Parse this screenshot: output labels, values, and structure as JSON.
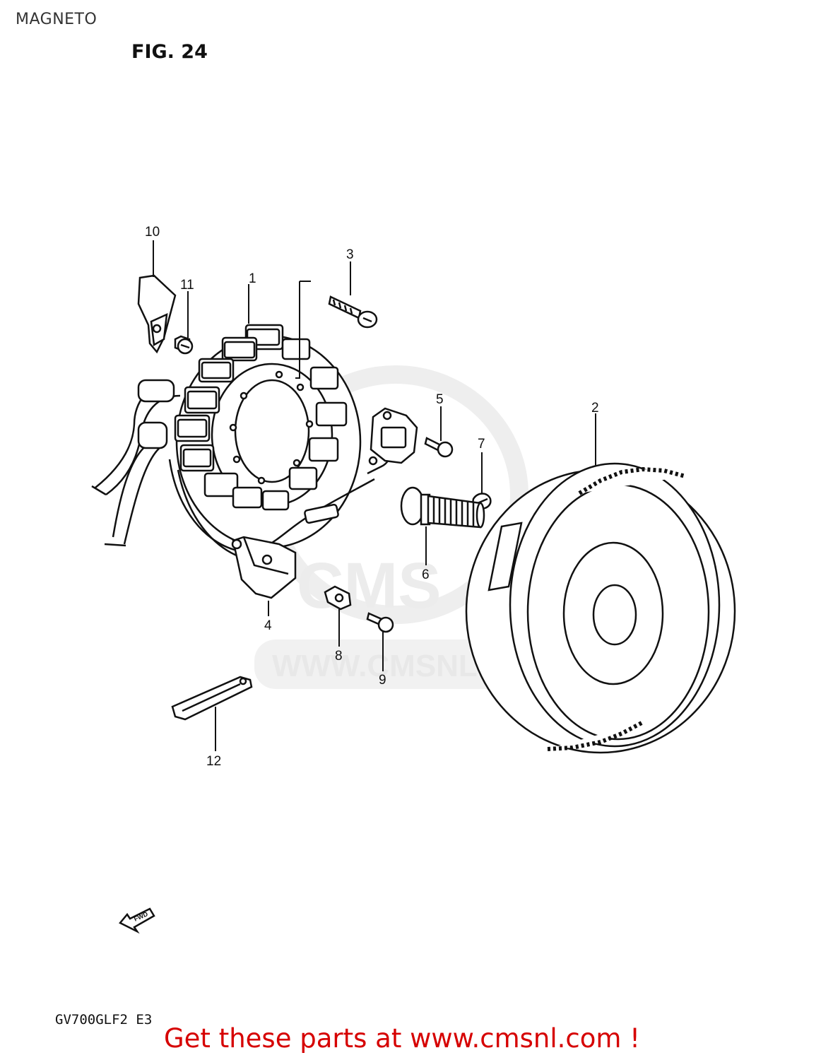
{
  "page": {
    "title": "MAGNETO",
    "figure": "FIG. 24",
    "model_code": "GV700GLF2 E3",
    "promo_link": "Get these parts at www.cmsnl.com !"
  },
  "diagram": {
    "callouts": [
      "1",
      "2",
      "3",
      "4",
      "5",
      "6",
      "7",
      "8",
      "9",
      "10",
      "11",
      "12"
    ],
    "direction_arrow": "FWD",
    "watermark": {
      "brand": "CMS",
      "url": "WWW.CMSNL.COM"
    }
  },
  "colors": {
    "line": "#111111",
    "promo": "#d60000",
    "watermark": "#e8e8e8"
  }
}
